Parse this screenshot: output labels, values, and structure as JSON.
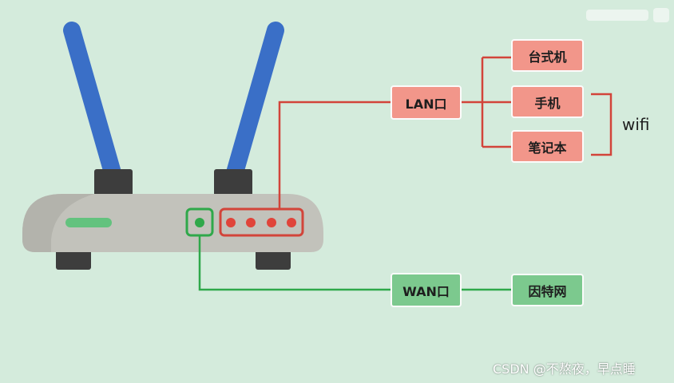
{
  "lan": {
    "port_label": "LAN口",
    "devices": [
      "台式机",
      "手机",
      "笔记本"
    ],
    "wifi_label": "wifi"
  },
  "wan": {
    "port_label": "WAN口",
    "target": "因特网"
  },
  "watermark": "CSDN @不熬夜，早点睡",
  "colors": {
    "background": "#d4ebdc",
    "lan_box": "#f2968a",
    "lan_line": "#d2443a",
    "wan_box": "#7cc98e",
    "wan_line": "#2fa84a",
    "antenna": "#3a6fc7",
    "router_body": "#c2c2bb"
  }
}
